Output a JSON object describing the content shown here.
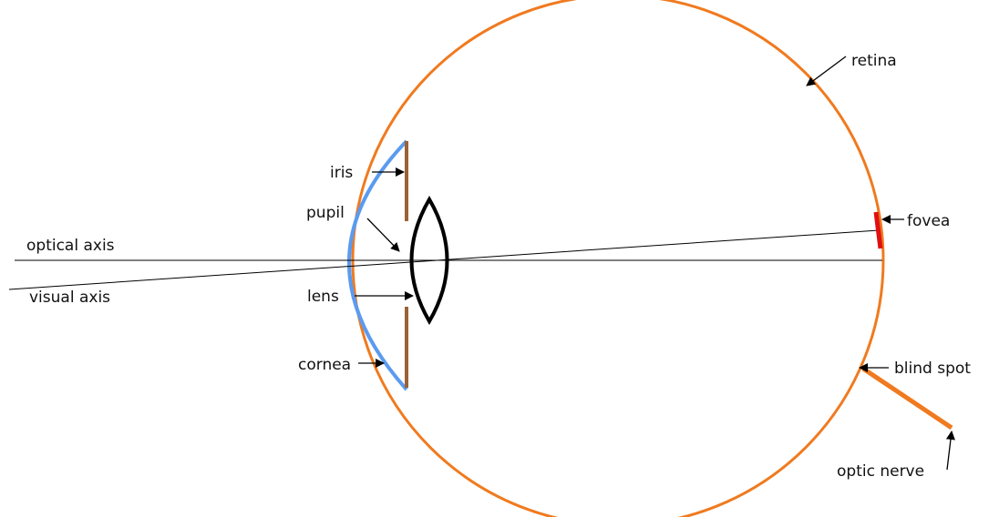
{
  "labels": {
    "retina": "retina",
    "iris": "iris",
    "pupil": "pupil",
    "optical_axis": "optical axis",
    "visual_axis": "visual axis",
    "lens": "lens",
    "cornea": "cornea",
    "fovea": "fovea",
    "blind_spot": "blind spot",
    "optic_nerve": "optic nerve"
  },
  "colors": {
    "retina": "#f07a1f",
    "cornea": "#5b9bf0",
    "iris": "#9b6235",
    "fovea": "#e01010",
    "lens": "#000000",
    "axis": "#000000",
    "text": "#111111"
  }
}
